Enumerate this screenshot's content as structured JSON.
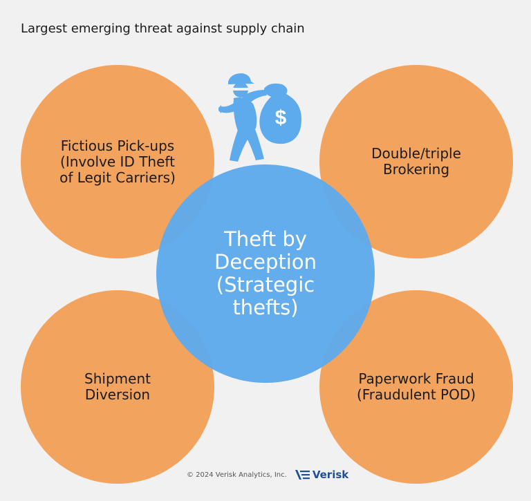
{
  "title": "Largest emerging threat against supply chain",
  "center": {
    "label": "Theft by\nDeception\n(Strategic\nthefts)",
    "color": "#5daaec"
  },
  "nodes": {
    "top_left": "Fictious Pick-ups\n(Involve ID Theft\nof Legit Carriers)",
    "top_right": "Double/triple\nBrokering",
    "bottom_left": "Shipment\nDiversion",
    "bottom_right": "Paperwork Fraud\n(Fraudulent POD)"
  },
  "node_color": "#f2a35e",
  "icon": "thief-with-money-bag-icon",
  "icon_symbol": "$",
  "footer": {
    "copyright": "© 2024 Verisk Analytics, Inc.",
    "logo_text": "Verisk"
  }
}
